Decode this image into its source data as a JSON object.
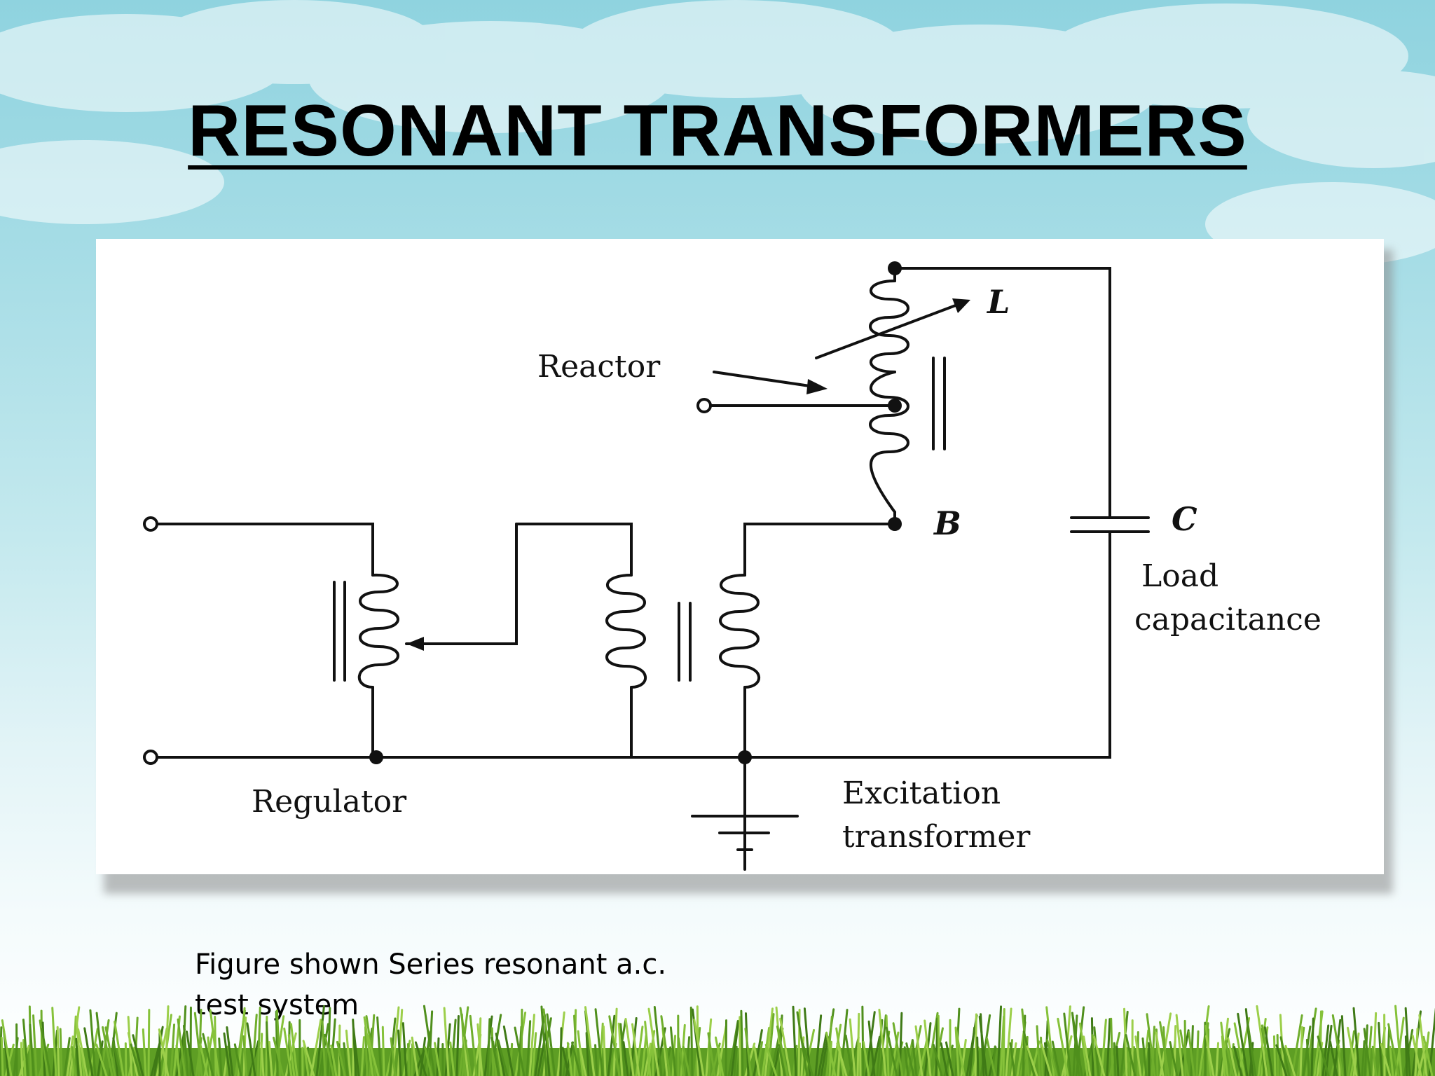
{
  "slide": {
    "title": "RESONANT TRANSFORMERS",
    "caption_line1": "Figure shown Series resonant a.c.",
    "caption_line2": "test system"
  },
  "diagram": {
    "labels": {
      "reactor": "Reactor",
      "inductance": "L",
      "node_b": "B",
      "capacitance": "C",
      "load_line1": "Load",
      "load_line2": "capacitance",
      "regulator": "Regulator",
      "excitation_line1": "Excitation",
      "excitation_line2": "transformer"
    }
  },
  "colors": {
    "sky_top": "#8fd3df",
    "title": "#000000",
    "line": "#111111",
    "card": "#ffffff",
    "grass": "#6fae2c"
  }
}
